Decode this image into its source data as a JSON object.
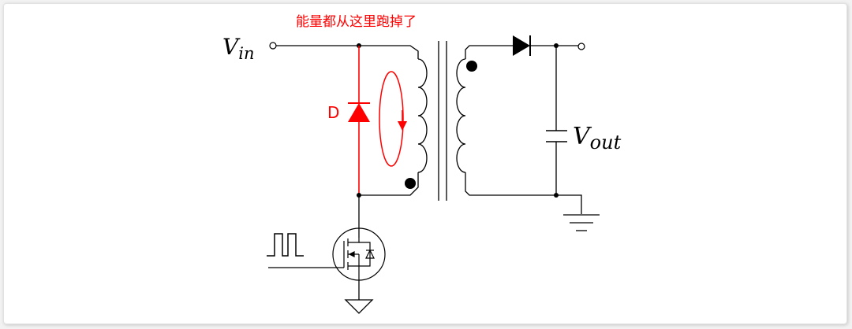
{
  "annotation": "能量都从这里跑掉了",
  "labels": {
    "vin_main": "V",
    "vin_sub": "in",
    "vout_main": "V",
    "vout_sub": "out",
    "diode": "D"
  },
  "colors": {
    "wire": "#000000",
    "highlight": "#ff0000",
    "card_border": "#e2e2e2"
  }
}
